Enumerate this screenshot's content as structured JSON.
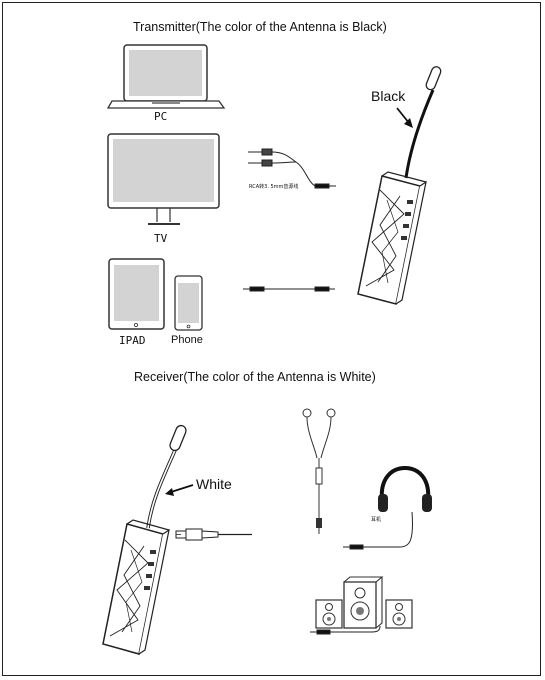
{
  "transmitter": {
    "heading": "Transmitter(The color of the Antenna is Black)",
    "antenna_label": "Black",
    "devices": {
      "pc": "PC",
      "tv": "TV",
      "ipad": "IPAD",
      "phone": "Phone"
    },
    "cable_caption": "RCA转3. 5mm音源线"
  },
  "receiver": {
    "heading": "Receiver(The color of the Antenna is White)",
    "antenna_label": "White",
    "headphone_caption": "耳机"
  }
}
